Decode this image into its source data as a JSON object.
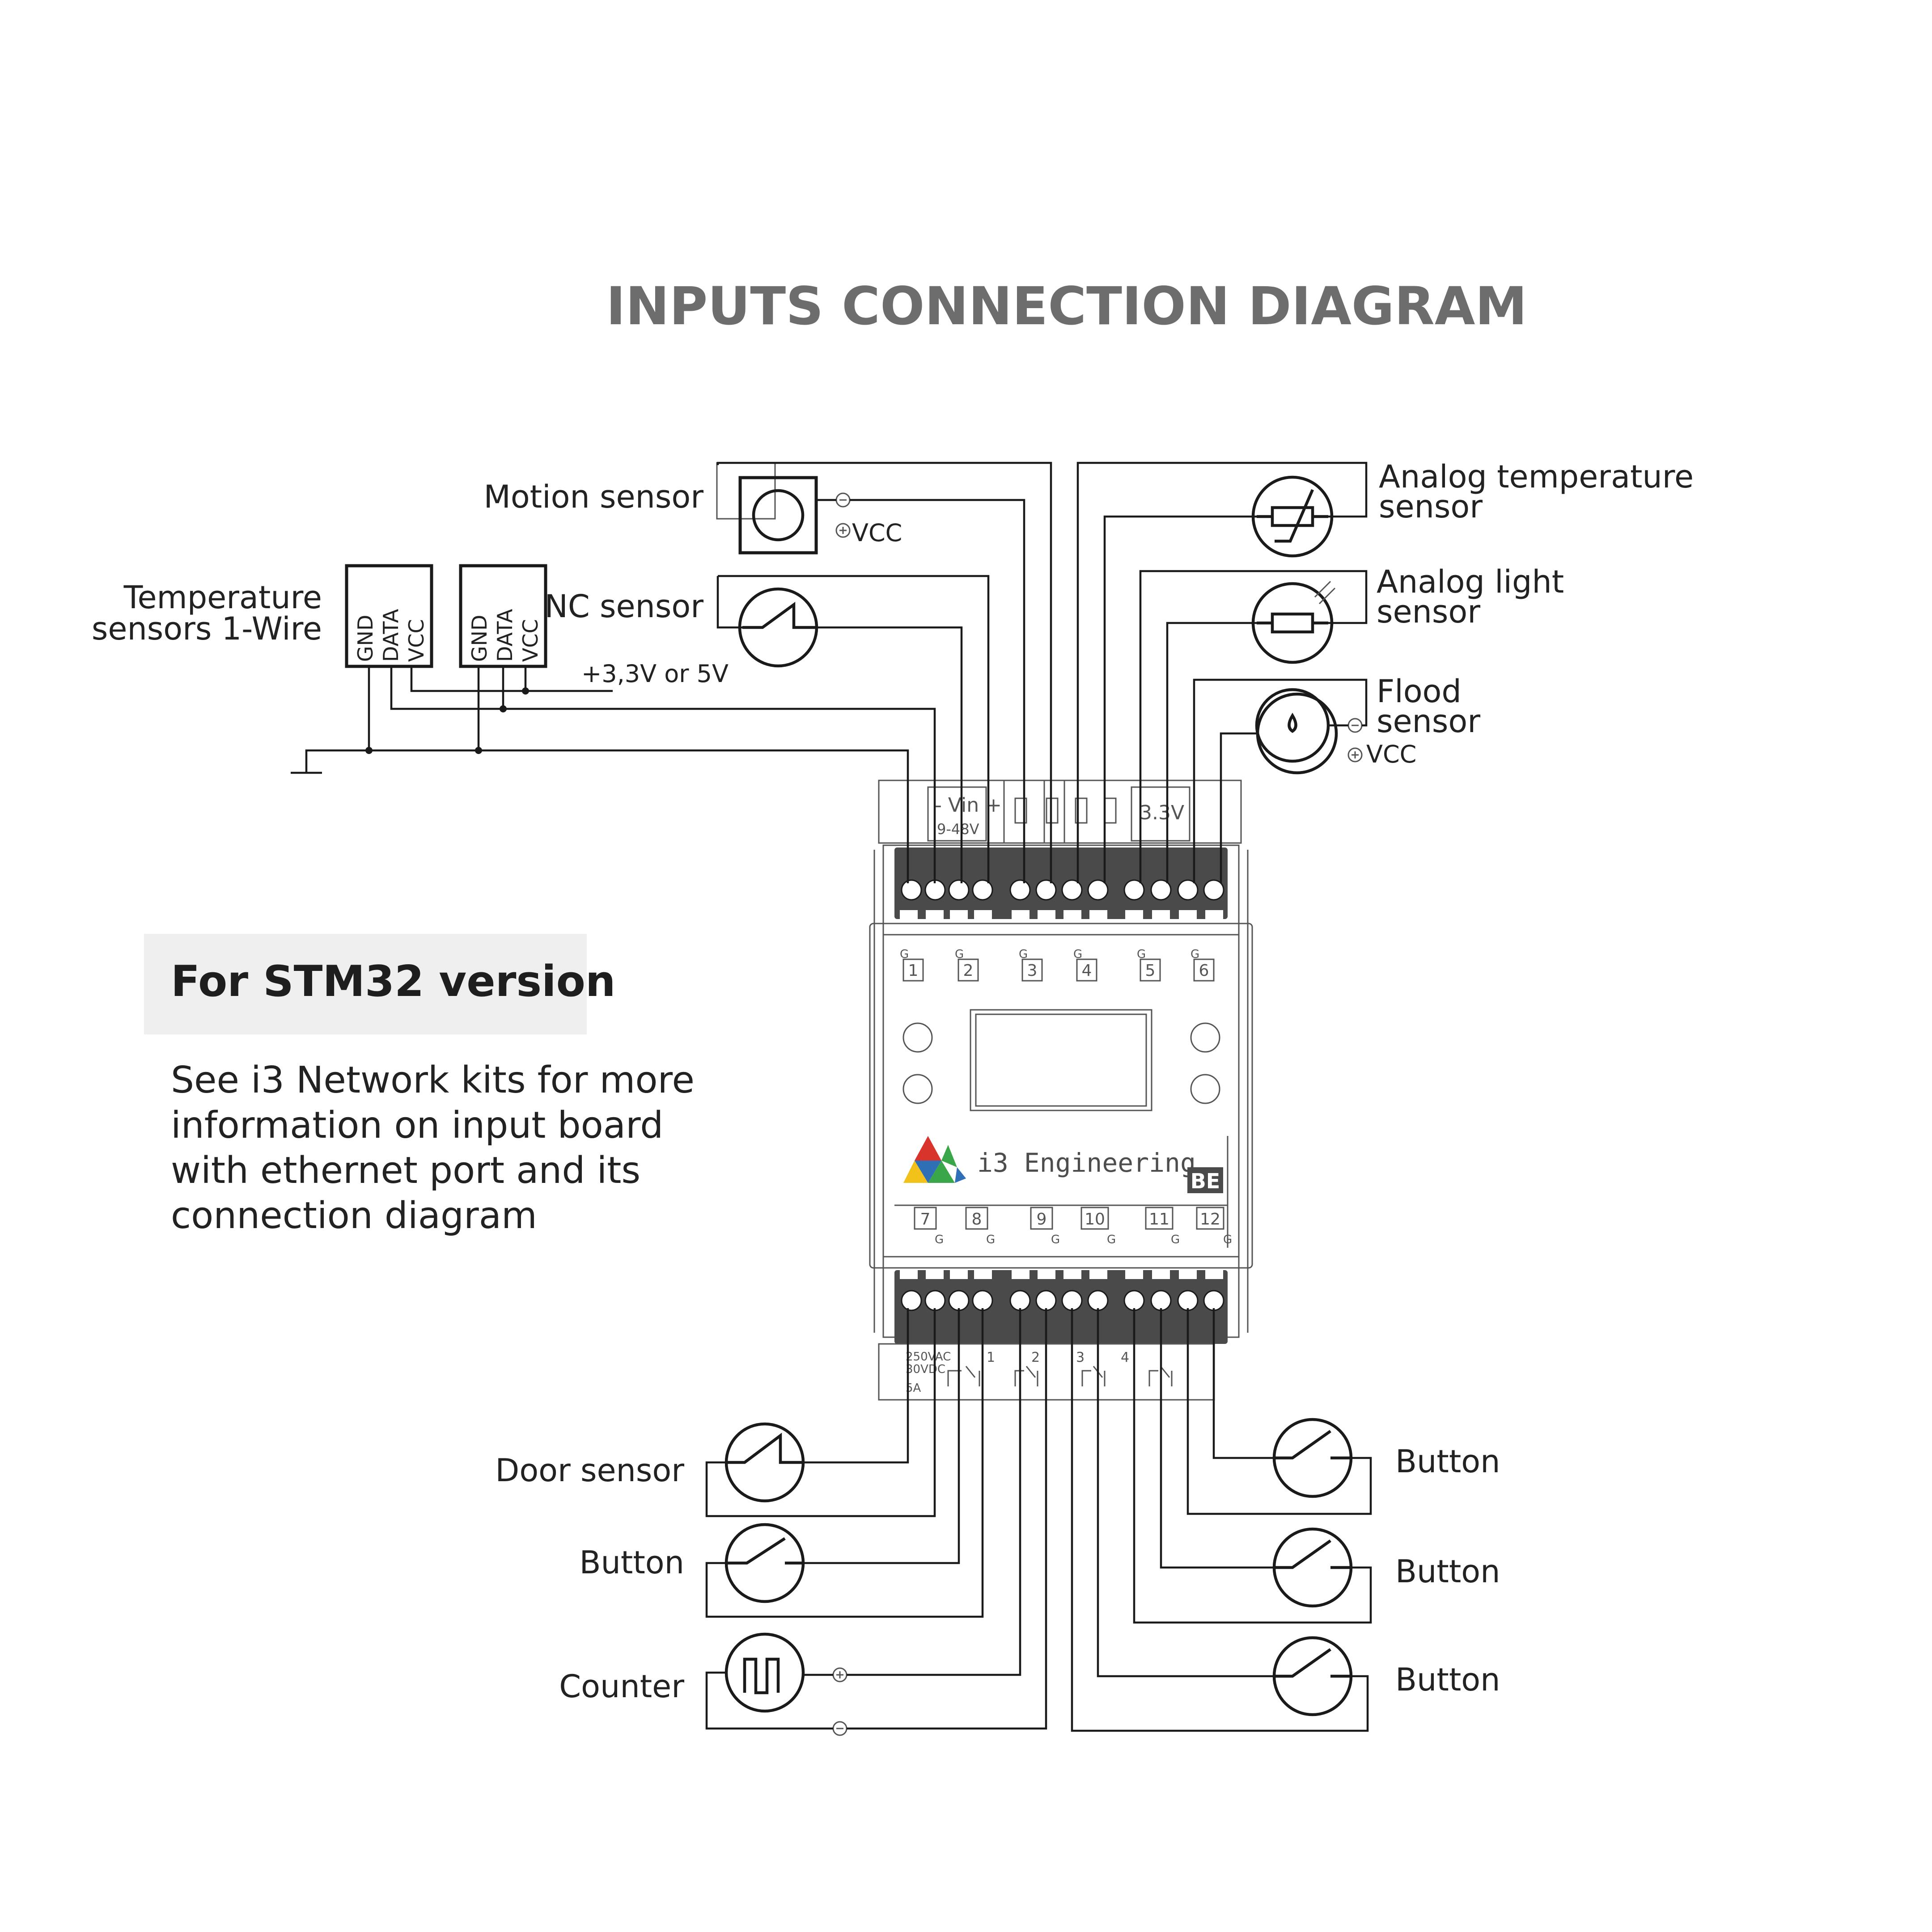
{
  "title": "INPUTS CONNECTION DIAGRAM",
  "labels": {
    "motion_sensor": "Motion sensor",
    "nc_sensor": "NC sensor",
    "temperature_sensors_line1": "Temperature",
    "temperature_sensors_line2": "sensors 1-Wire",
    "pin_gnd": "GND",
    "pin_data": "DATA",
    "pin_vcc": "VCC",
    "supply_voltage": "+3,3V or 5V",
    "vcc": "VCC",
    "analog_temperature_line1": "Analog temperature",
    "analog_temperature_line2": "sensor",
    "analog_light_line1": "Analog light",
    "analog_light_line2": "sensor",
    "flood_line1": "Flood",
    "flood_line2": "sensor",
    "door_sensor": "Door sensor",
    "button": "Button",
    "counter": "Counter"
  },
  "device": {
    "vin_label": "- Vin +",
    "vin_range": "9-48V",
    "out_33v": "3.3V",
    "brand": "i3 Engineering",
    "badge": "BE",
    "top_inputs": [
      "1",
      "2",
      "3",
      "4",
      "5",
      "6"
    ],
    "bottom_inputs": [
      "7",
      "8",
      "9",
      "10",
      "11",
      "12"
    ],
    "ground_mark": "G",
    "relay_rating_line1": "250VAC",
    "relay_rating_line2": "30VDC",
    "relay_rating_line3": "5A",
    "relay_numbers": [
      "1",
      "2",
      "3",
      "4"
    ]
  },
  "note": {
    "heading": "For STM32 version",
    "body": "See i3 Network kits for more information on input board with ethernet port and its connection diagram"
  },
  "colors": {
    "title": "#6d6d6d",
    "terminal_block": "#4a4a4a",
    "note_background": "#efefef",
    "logo_red": "#d9342b",
    "logo_yellow": "#f2c21b",
    "logo_green": "#3aa64a",
    "logo_blue": "#2f6fb5"
  }
}
